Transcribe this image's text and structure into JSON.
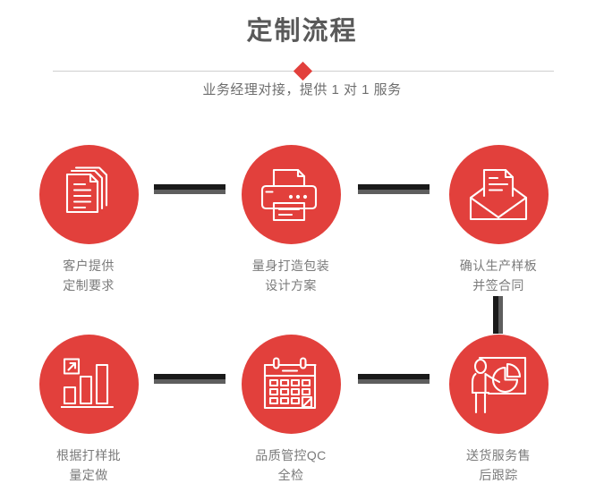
{
  "header": {
    "title": "定制流程",
    "subtitle": "业务经理对接，提供 1 对 1 服务",
    "divider_icon": "diamond-icon"
  },
  "theme": {
    "accent_red": "#e2403c",
    "title_gray": "#595959",
    "label_gray": "#7a7a7a",
    "subtitle_gray": "#6e6e6e",
    "connector_dark": "#1a1a1a",
    "connector_shadow": "#5e5e5e",
    "divider_line": "#cfcfcf",
    "background": "#ffffff"
  },
  "flow": {
    "steps": [
      {
        "index": 1,
        "icon": "documents-stack-icon",
        "label": "客户提供\n定制要求"
      },
      {
        "index": 2,
        "icon": "printer-icon",
        "label": "量身打造包装\n设计方案"
      },
      {
        "index": 3,
        "icon": "envelope-document-icon",
        "label": "确认生产样板\n并签合同"
      },
      {
        "index": 4,
        "icon": "bar-chart-growth-icon",
        "label": "根据打样批\n量定做"
      },
      {
        "index": 5,
        "icon": "calendar-checklist-icon",
        "label": "品质管控QC\n全检"
      },
      {
        "index": 6,
        "icon": "presentation-pie-chart-icon",
        "label": "送货服务售\n后跟踪"
      }
    ],
    "connectors": [
      {
        "name": "connector-step1-step2",
        "orientation": "horizontal"
      },
      {
        "name": "connector-step2-step3",
        "orientation": "horizontal"
      },
      {
        "name": "connector-step3-step6",
        "orientation": "vertical"
      },
      {
        "name": "connector-step4-step5",
        "orientation": "horizontal"
      },
      {
        "name": "connector-step5-step6",
        "orientation": "horizontal"
      }
    ]
  }
}
